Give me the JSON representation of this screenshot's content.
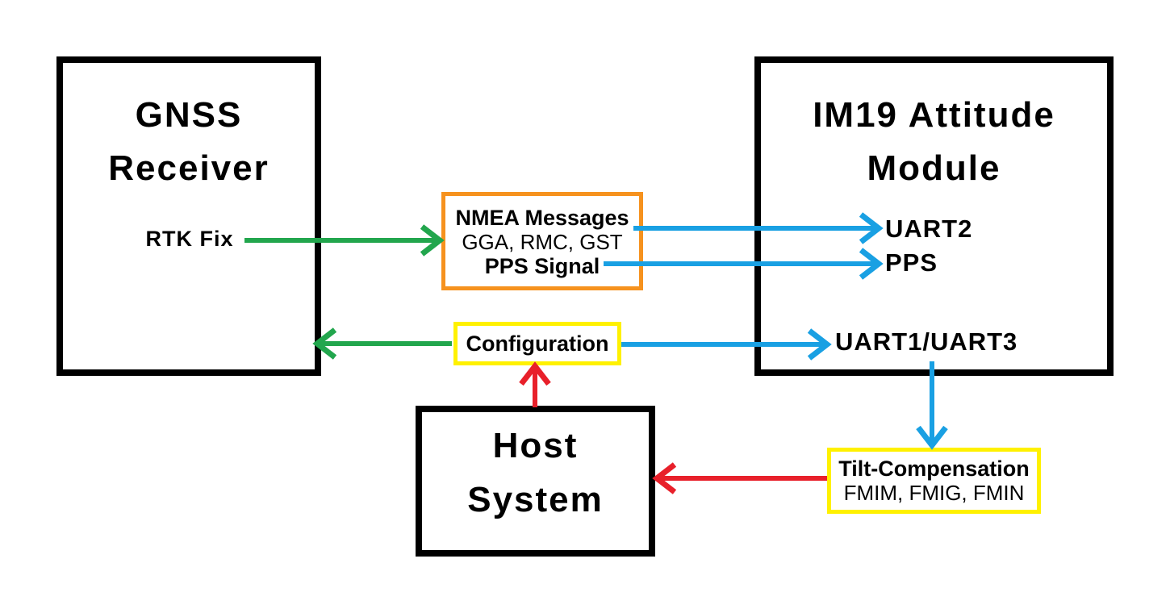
{
  "colors": {
    "background": "#FFFFFF",
    "black": "#000000",
    "green": "#22A64D",
    "blue": "#19A0E3",
    "red": "#E8202A",
    "orange": "#F6921E",
    "yellow": "#FFF100"
  },
  "boxes": {
    "gnss": {
      "title_line1": "GNSS",
      "title_line2": "Receiver",
      "rtk_label": "RTK Fix"
    },
    "im19": {
      "title_line1": "IM19 Attitude",
      "title_line2": "Module",
      "uart2_label": "UART2",
      "pps_label": "PPS",
      "uart13_label": "UART1/UART3"
    },
    "nmea": {
      "line1": "NMEA Messages",
      "line2": "GGA, RMC, GST",
      "line3": "PPS Signal"
    },
    "config": {
      "label": "Configuration"
    },
    "host": {
      "title_line1": "Host",
      "title_line2": "System"
    },
    "tilt": {
      "line1": "Tilt-Compensation",
      "line2": "FMIM, FMIG, FMIN"
    }
  },
  "connections": [
    {
      "from": "GNSS Receiver RTK Fix",
      "to": "NMEA Messages box",
      "color": "green"
    },
    {
      "from": "Configuration",
      "to": "GNSS Receiver",
      "color": "green"
    },
    {
      "from": "NMEA Messages",
      "to": "IM19 UART2",
      "color": "blue"
    },
    {
      "from": "PPS Signal",
      "to": "IM19 PPS",
      "color": "blue"
    },
    {
      "from": "Configuration",
      "to": "IM19 UART1/UART3",
      "color": "blue"
    },
    {
      "from": "IM19 UART1/UART3",
      "to": "Tilt-Compensation",
      "color": "blue"
    },
    {
      "from": "Host System",
      "to": "Configuration",
      "color": "red"
    },
    {
      "from": "Tilt-Compensation",
      "to": "Host System",
      "color": "red"
    }
  ]
}
